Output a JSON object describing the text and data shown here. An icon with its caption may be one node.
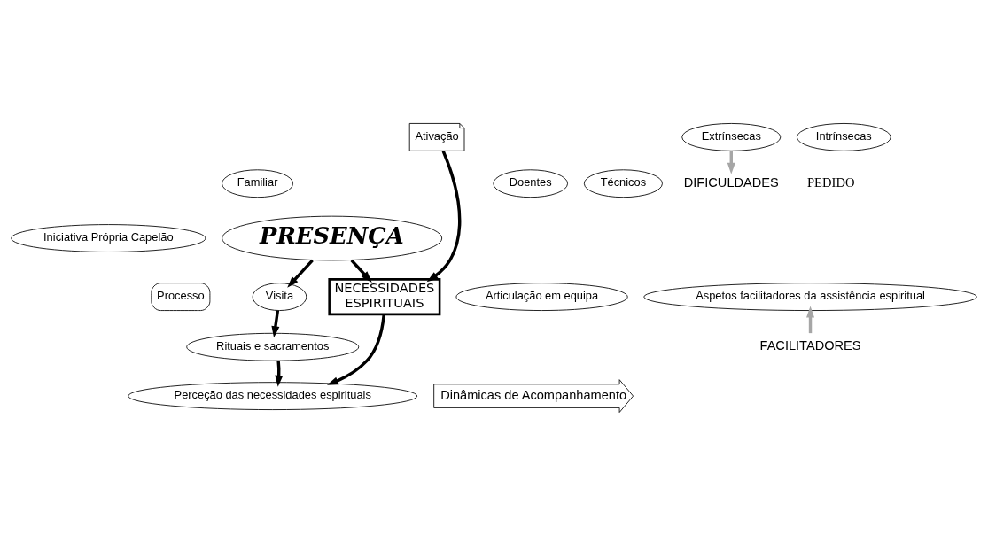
{
  "diagram": {
    "nodes": [
      {
        "text": [
          "Ativação"
        ]
      },
      {
        "text": [
          "Doentes"
        ]
      },
      {
        "text": [
          "Familiar"
        ]
      },
      {
        "text": [
          "Técnicos"
        ]
      },
      {
        "text": [
          "Iniciativa Própria Capelão"
        ]
      },
      {
        "text": [
          "Extrínsecas"
        ]
      },
      {
        "text": [
          "Intrínsecas"
        ]
      },
      {
        "text": [
          "DIFICULDADES"
        ]
      },
      {
        "text": [
          "PRESENÇA"
        ]
      },
      {
        "text": [
          "Processo"
        ]
      },
      {
        "text": [
          "Visita"
        ]
      },
      {
        "text": [
          "Rituais e sacramentos"
        ]
      },
      {
        "text": [
          "Perceção das necessidades espirituais"
        ]
      },
      {
        "text": [
          "Articulação em equipa"
        ]
      },
      {
        "text": [
          "Aspetos facilitadores da assistência espiritual"
        ]
      },
      {
        "text": [
          "FACILITADORES"
        ]
      },
      {
        "text": [
          "NECESSIDADES",
          "ESPIRITUAIS"
        ]
      },
      {
        "text": [
          "Dinâmicas de Acompanhamento"
        ]
      }
    ],
    "edges": [
      {
        "from": 0,
        "to": 16,
        "arrow": "to"
      },
      {
        "from": 16,
        "to": 12,
        "arrow": "to"
      },
      {
        "from": 5,
        "to": 7,
        "arrow": "to",
        "color": "#a6a6a6"
      },
      {
        "from": 15,
        "to": 14,
        "arrow": "to",
        "color": "#a6a6a6"
      },
      {
        "from": 10,
        "to": 11,
        "arrow": "to"
      },
      {
        "from": 11,
        "to": 12,
        "arrow": "to"
      },
      {
        "from": 8,
        "to": 10,
        "arrow": "to"
      },
      {
        "from": 8,
        "to": 16,
        "arrow": "to"
      }
    ],
    "labels": [
      "PEDIDO"
    ]
  }
}
